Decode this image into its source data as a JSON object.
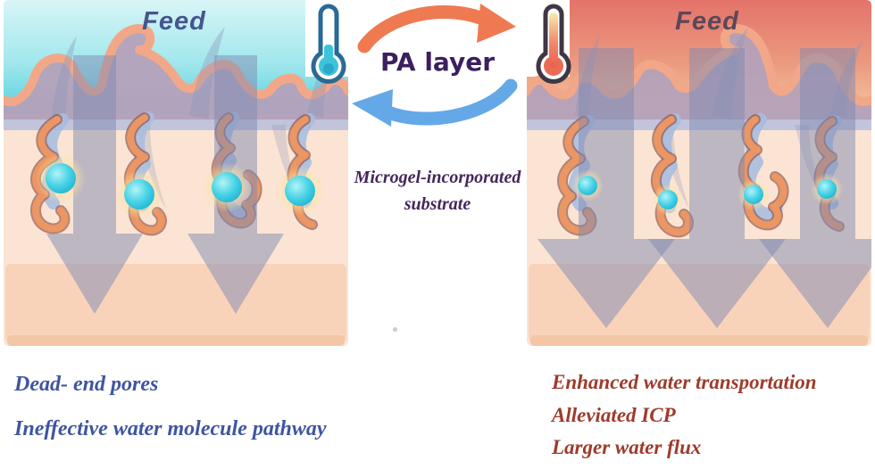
{
  "left_panel": {
    "feed_label": "Feed",
    "thermometer_icon": "cold-thermometer-low-temperature",
    "captions": [
      "Dead- end pores",
      "Ineffective water molecule pathway"
    ]
  },
  "right_panel": {
    "feed_label": "Feed",
    "thermometer_icon": "hot-thermometer-high-temperature",
    "captions": [
      "Enhanced water transportation",
      "Alleviated ICP",
      "Larger water flux"
    ]
  },
  "center": {
    "pa_layer_label": "PA layer",
    "substrate_label_line1": "Microgel-incorporated",
    "substrate_label_line2": "substrate"
  },
  "colors": {
    "cold_feed": "#9fe7ec",
    "hot_feed": "#e8857c",
    "pa_coat": "#f2a888",
    "substrate": "#fbe4d3",
    "microgel_cyan": "#3fd0e6",
    "flow_arrow": "#7f89b2",
    "cycle_arrow_hot": "#ef7a52",
    "cycle_arrow_cold": "#64a8e8",
    "left_caption": "#3e55a0",
    "right_caption": "#9d3b2b",
    "pa_label": "#3b1f5e"
  }
}
